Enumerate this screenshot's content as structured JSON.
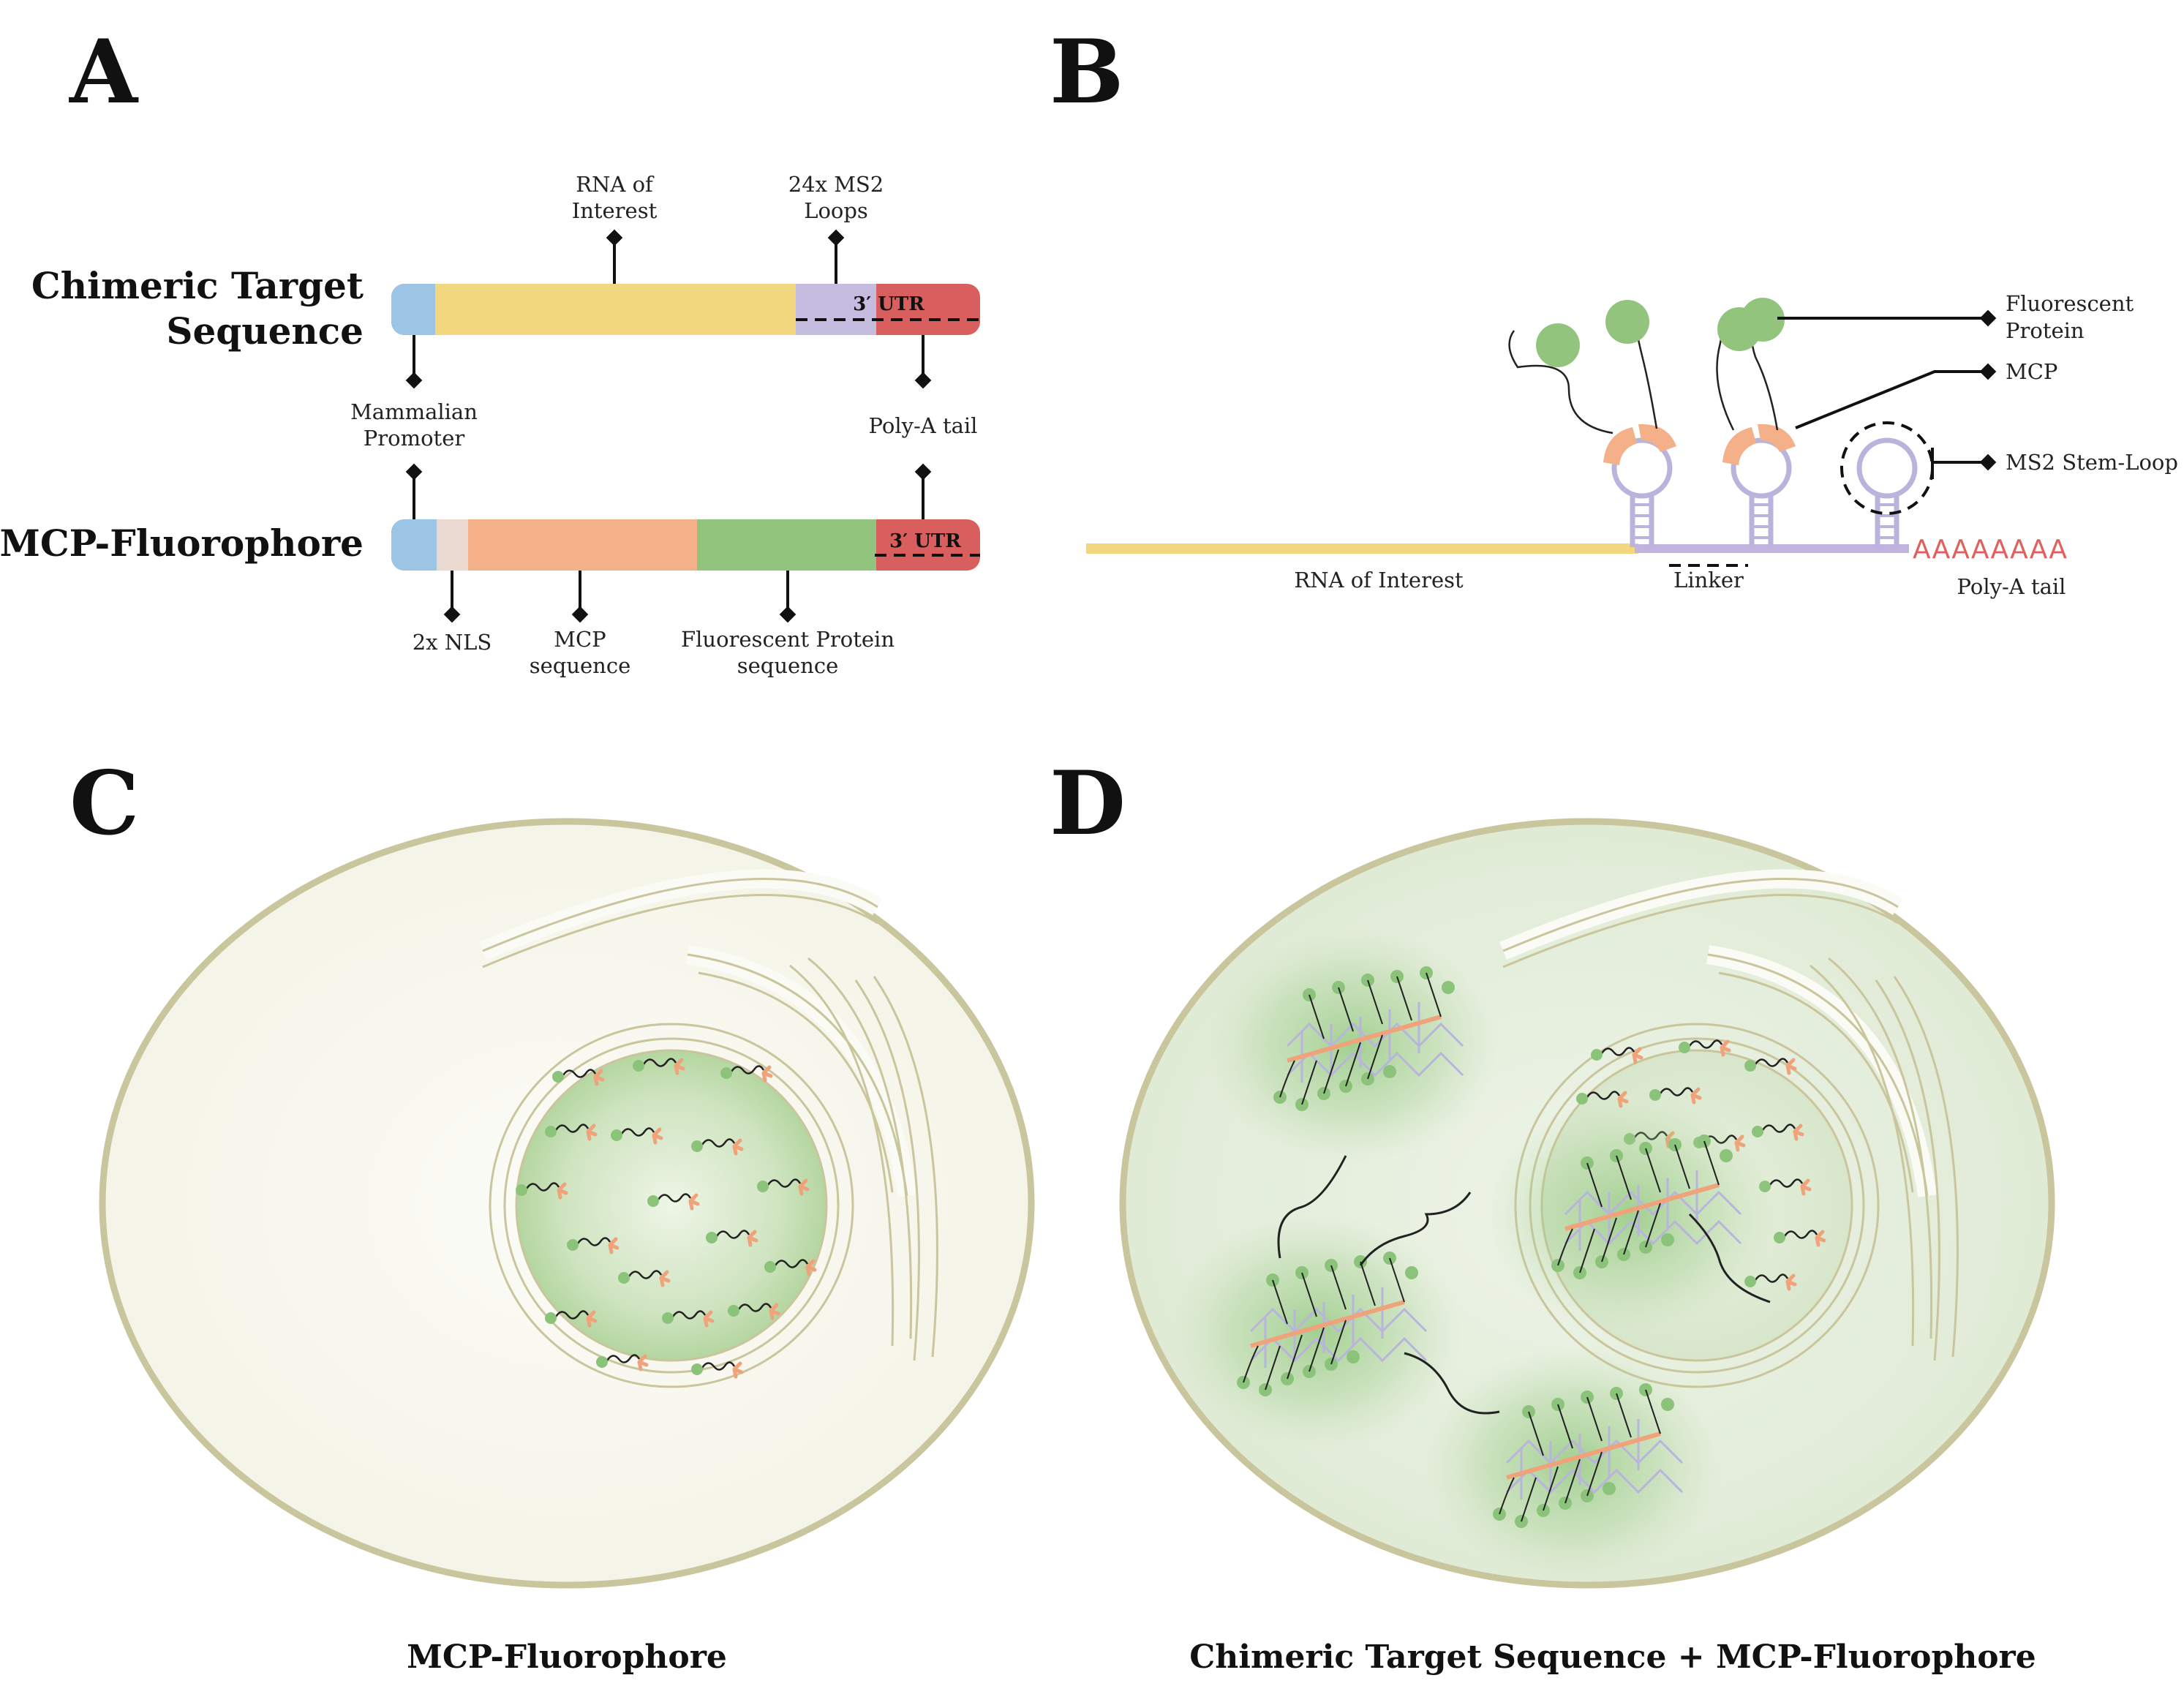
{
  "panels": {
    "a": "A",
    "b": "B",
    "c": "C",
    "d": "D"
  },
  "panel_a": {
    "constructs": [
      {
        "title_line1": "Chimeric Target",
        "title_line2": "Sequence"
      },
      {
        "title_line1": "MCP-Fluorophore"
      }
    ],
    "labels": {
      "rna_interest_l1": "RNA of",
      "rna_interest_l2": "Interest",
      "ms2_loops_l1": "24x MS2",
      "ms2_loops_l2": "Loops",
      "mammalian_l1": "Mammalian",
      "mammalian_l2": "Promoter",
      "polya": "Poly-A tail",
      "utr_top": "3′ UTR",
      "utr_bottom": "3′ UTR",
      "nls": "2x NLS",
      "mcp_l1": "MCP",
      "mcp_l2": "sequence",
      "fp_l1": "Fluorescent Protein",
      "fp_l2": "sequence"
    },
    "colors": {
      "promoter": "#9cc4e4",
      "rna_of_interest": "#f2d77f",
      "ms2_loops": "#c5bde0",
      "utr": "#d95f5f",
      "nls": "#e9d9d0",
      "mcp": "#f4b088",
      "fluorescent_protein": "#93c47d"
    }
  },
  "panel_b": {
    "labels": {
      "rna": "RNA of Interest",
      "linker": "Linker",
      "polya_seq": "AAAAAAAA",
      "polya": "Poly-A tail",
      "fp_l1": "Fluorescent",
      "fp_l2": "Protein",
      "mcp": "MCP",
      "ms2": "MS2 Stem-Loop"
    },
    "colors": {
      "rna": "#f2d77f",
      "linker": "#c0b4de",
      "mcp": "#f4b088",
      "fp": "#93c47d",
      "polya": "#e0605e"
    }
  },
  "captions": {
    "c": "MCP-Fluorophore",
    "d": "Chimeric Target Sequence + MCP-Fluorophore"
  },
  "cell_colors": {
    "membrane": "#c9c59c",
    "cytoplasm_c": "#f7f7ef",
    "cytoplasm_d": "#e8f1df",
    "nucleus_fill": "#b9d9a6",
    "fp_dot": "#8cc37a",
    "mcp_mark": "#f0a27a",
    "stem": "#b8b4dc"
  }
}
